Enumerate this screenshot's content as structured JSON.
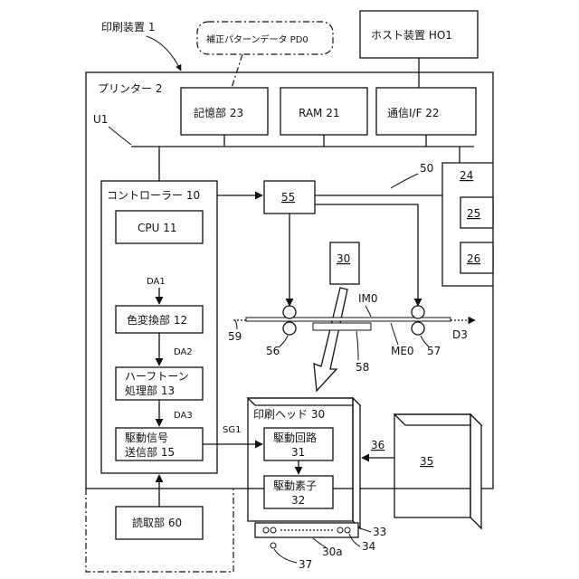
{
  "labels": {
    "printing_device": "印刷装置 1",
    "correction_pattern": "補正パターンデータ PD0",
    "host": "ホスト装置 HO1",
    "printer": "プリンター 2",
    "storage": "記憶部 23",
    "ram": "RAM 21",
    "comm": "通信I/F 22",
    "bus": "U1",
    "ref50": "50",
    "ref24": "24",
    "ref25": "25",
    "ref26": "26",
    "controller": "コントローラー 10",
    "ref55": "55",
    "cpu": "CPU 11",
    "da1": "DA1",
    "ref30": "30",
    "im0": "IM0",
    "color_conv": "色変換部 12",
    "ref59": "59",
    "ref56": "56",
    "me0": "ME0",
    "ref57": "57",
    "d3": "D3",
    "da2": "DA2",
    "ref58": "58",
    "halftone_1": "ハーフトーン",
    "halftone_2": "処理部 13",
    "da3": "DA3",
    "print_head": "印刷ヘッド 30",
    "sg1": "SG1",
    "drive_send_1": "駆動信号",
    "drive_send_2": "送信部 15",
    "drive_circuit_1": "駆動回路",
    "drive_circuit_2": "31",
    "ref36": "36",
    "ref35": "35",
    "drive_element_1": "駆動素子",
    "drive_element_2": "32",
    "reader": "読取部 60",
    "ref33": "33",
    "ref30a": "30a",
    "ref34": "34",
    "ref37": "37"
  }
}
